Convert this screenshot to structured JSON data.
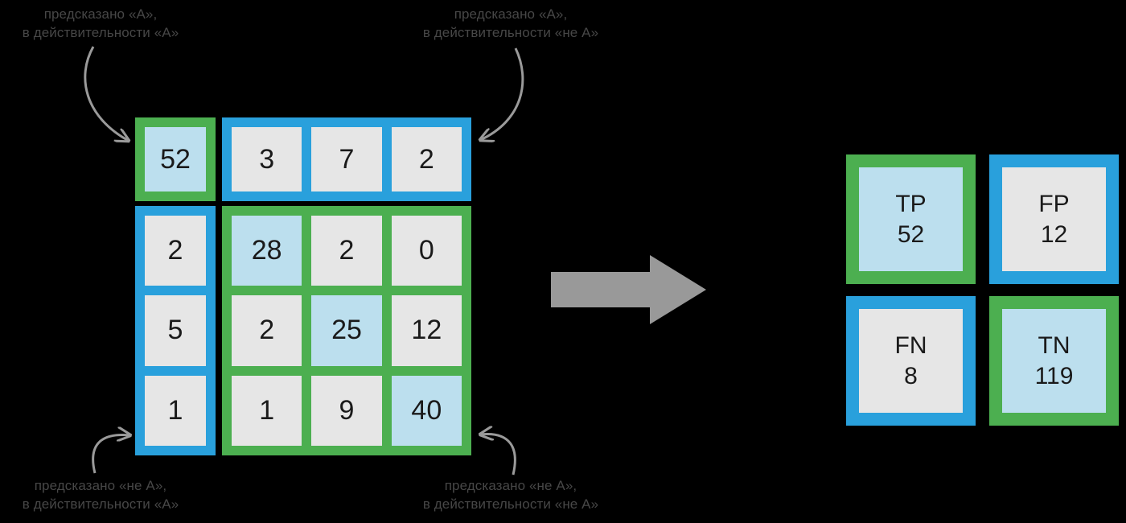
{
  "colors": {
    "background": "#000000",
    "green": "#4CAF50",
    "blue": "#29A0DC",
    "cell_gray": "#E6E6E6",
    "cell_highlight": "#BCDFEE",
    "label_text": "#474747",
    "value_text": "#1a1a1a",
    "arrow_gray": "#999999",
    "curve_gray": "#9a9a9a"
  },
  "annotations": {
    "top_left": "предсказано «А»,\nв действительности «А»",
    "top_right": "предсказано «А»,\nв действительности «не А»",
    "bottom_left": "предсказано «не А»,\nв действительности «А»",
    "bottom_right": "предсказано «не А»,\nв действительности «не А»"
  },
  "matrix": {
    "quadrant_top_left": {
      "frame_color": "#4CAF50",
      "rows": [
        [
          {
            "value": "52",
            "highlight": true
          }
        ]
      ]
    },
    "quadrant_top_right": {
      "frame_color": "#29A0DC",
      "rows": [
        [
          {
            "value": "3",
            "highlight": false
          },
          {
            "value": "7",
            "highlight": false
          },
          {
            "value": "2",
            "highlight": false
          }
        ]
      ]
    },
    "quadrant_bottom_left": {
      "frame_color": "#29A0DC",
      "rows": [
        [
          {
            "value": "2",
            "highlight": false
          }
        ],
        [
          {
            "value": "5",
            "highlight": false
          }
        ],
        [
          {
            "value": "1",
            "highlight": false
          }
        ]
      ]
    },
    "quadrant_bottom_right": {
      "frame_color": "#4CAF50",
      "rows": [
        [
          {
            "value": "28",
            "highlight": true
          },
          {
            "value": "2",
            "highlight": false
          },
          {
            "value": "0",
            "highlight": false
          }
        ],
        [
          {
            "value": "2",
            "highlight": false
          },
          {
            "value": "25",
            "highlight": true
          },
          {
            "value": "12",
            "highlight": false
          }
        ],
        [
          {
            "value": "1",
            "highlight": false
          },
          {
            "value": "9",
            "highlight": false
          },
          {
            "value": "40",
            "highlight": true
          }
        ]
      ]
    }
  },
  "transform_arrow": {
    "icon": "right-block-arrow",
    "color": "#999999",
    "direction": "right"
  },
  "summary": {
    "true_positive": {
      "label": "TP",
      "value": "52",
      "frame_color": "#4CAF50",
      "fill": "highlight"
    },
    "false_positive": {
      "label": "FP",
      "value": "12",
      "frame_color": "#29A0DC",
      "fill": "gray"
    },
    "false_negative": {
      "label": "FN",
      "value": "8",
      "frame_color": "#29A0DC",
      "fill": "gray"
    },
    "true_negative": {
      "label": "TN",
      "value": "119",
      "frame_color": "#4CAF50",
      "fill": "highlight"
    }
  }
}
